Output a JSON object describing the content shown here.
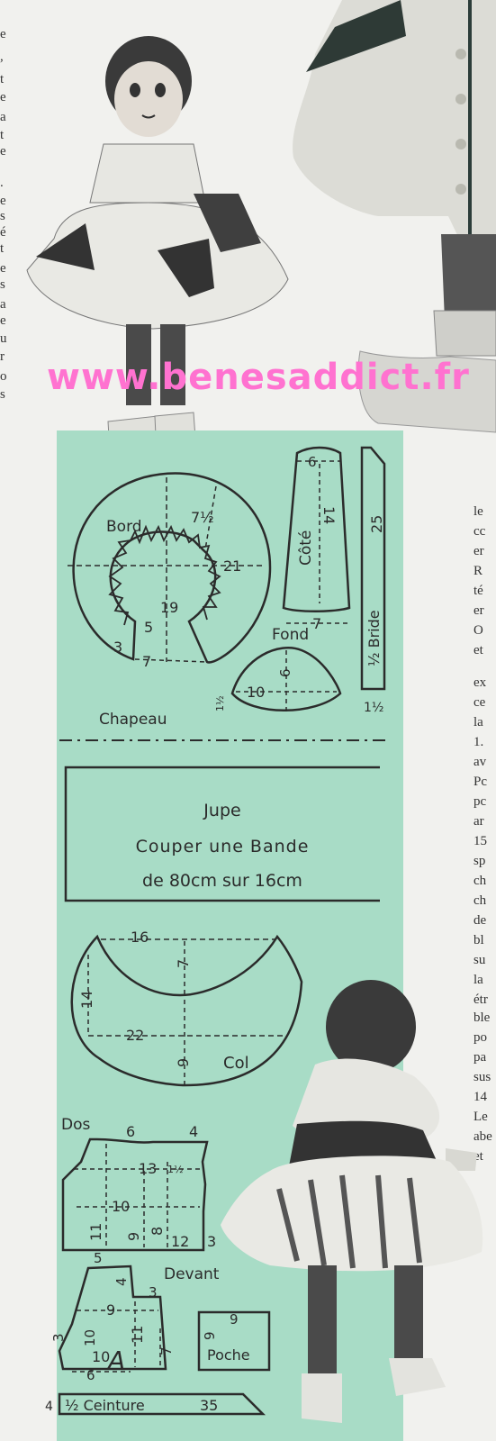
{
  "watermark": "www.benesaddict.fr",
  "left_column_text": [
    "e",
    ",",
    "t",
    "e",
    "a",
    "t",
    "e",
    ".",
    "e",
    "s",
    "é",
    "t",
    "e",
    "s",
    "a",
    "e",
    "u",
    "r",
    "o",
    "s"
  ],
  "right_column_text": [
    "le",
    "cc",
    "er",
    "R",
    "té",
    "er",
    "O",
    "et",
    "ex",
    "ce",
    "la",
    "1.",
    "av",
    "Pc",
    "pc",
    "ar",
    "15",
    "sp",
    "ch",
    "ch",
    "de",
    "bl",
    "su",
    "la",
    "étr",
    "ble",
    "po",
    "pa",
    "sus",
    "14",
    "Le",
    "abe",
    "et"
  ],
  "pattern": {
    "hat": {
      "title": "Chapeau",
      "bord": {
        "label": "Bord",
        "dims": [
          "7½",
          "21",
          "19",
          "5",
          "7",
          "3"
        ]
      },
      "fond": {
        "label": "Fond",
        "dims": [
          "10",
          "6",
          "1½"
        ]
      },
      "cote": {
        "label": "Côté",
        "dims": [
          "6",
          "14",
          "7"
        ]
      },
      "bride": {
        "label": "½ Bride",
        "dims": [
          "25",
          "1½"
        ]
      }
    },
    "jupe": {
      "title": "Jupe",
      "line1": "Couper une Bande",
      "line2": "de 80cm sur 16cm"
    },
    "col": {
      "label": "Col",
      "dims": [
        "16",
        "7",
        "14",
        "22",
        "9"
      ]
    },
    "dos": {
      "label": "Dos",
      "dims": [
        "6",
        "4",
        "13",
        "1½",
        "10",
        "11",
        "9",
        "8",
        "12",
        "3"
      ]
    },
    "devant": {
      "label": "Devant",
      "dims": [
        "5",
        "4",
        "3",
        "9",
        "11",
        "10",
        "7",
        "10",
        "6",
        "3"
      ],
      "marker": "A"
    },
    "poche": {
      "label": "Poche",
      "dims": [
        "9",
        "9"
      ]
    },
    "ceinture": {
      "label": "½ Ceinture",
      "dims": [
        "4",
        "35"
      ]
    }
  }
}
